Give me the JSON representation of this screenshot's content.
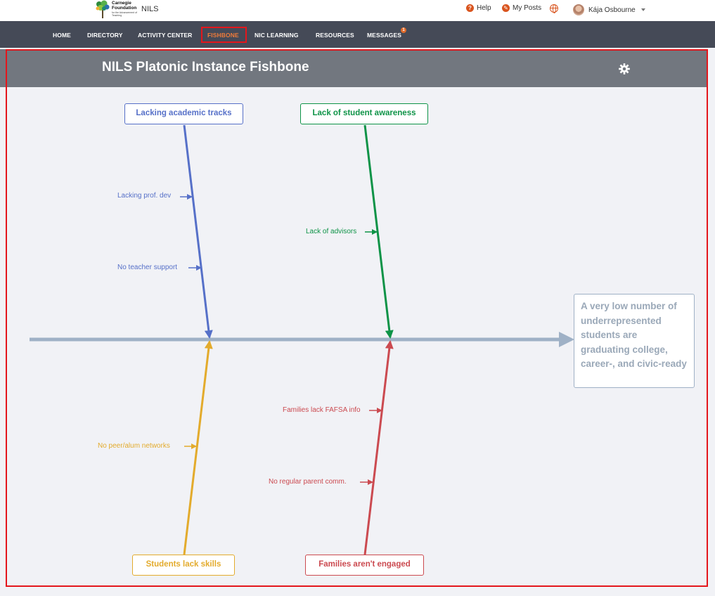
{
  "topbar": {
    "logo_line1": "Carnegie",
    "logo_line2": "Foundation",
    "logo_line3": "for the Advancement of Teaching",
    "app_name": "NILS",
    "help_label": "Help",
    "myposts_label": "My Posts",
    "user_name": "Kája Osbourne",
    "icons": [
      "help-icon",
      "edit-icon",
      "globe-icon",
      "avatar",
      "chevron-down-icon"
    ]
  },
  "nav": {
    "items": [
      "HOME",
      "DIRECTORY",
      "ACTIVITY CENTER",
      "FISHBONE",
      "NIC LEARNING",
      "RESOURCES",
      "MESSAGES"
    ],
    "active": "FISHBONE",
    "messages_badge": "1",
    "active_color": "#f07b3a"
  },
  "page": {
    "title": "NILS Platonic Instance Fishbone",
    "settings_icon": "gear-icon"
  },
  "fishbone": {
    "effect": "A very low number of underrepresented students are graduating college, career-, and civic-ready",
    "categories": [
      {
        "label": "Lacking academic tracks",
        "color": "#5670c8",
        "causes": [
          "Lacking prof. dev",
          "No teacher support"
        ]
      },
      {
        "label": "Lack of student awareness",
        "color": "#0e9347",
        "causes": [
          "Lack of advisors"
        ]
      },
      {
        "label": "Students lack skills",
        "color": "#e3ab2c",
        "causes": [
          "No peer/alum networks"
        ]
      },
      {
        "label": "Families aren't engaged",
        "color": "#cb4a50",
        "causes": [
          "Families lack FAFSA info",
          "No regular parent comm."
        ]
      }
    ],
    "spine_color": "#9fb1c6"
  }
}
